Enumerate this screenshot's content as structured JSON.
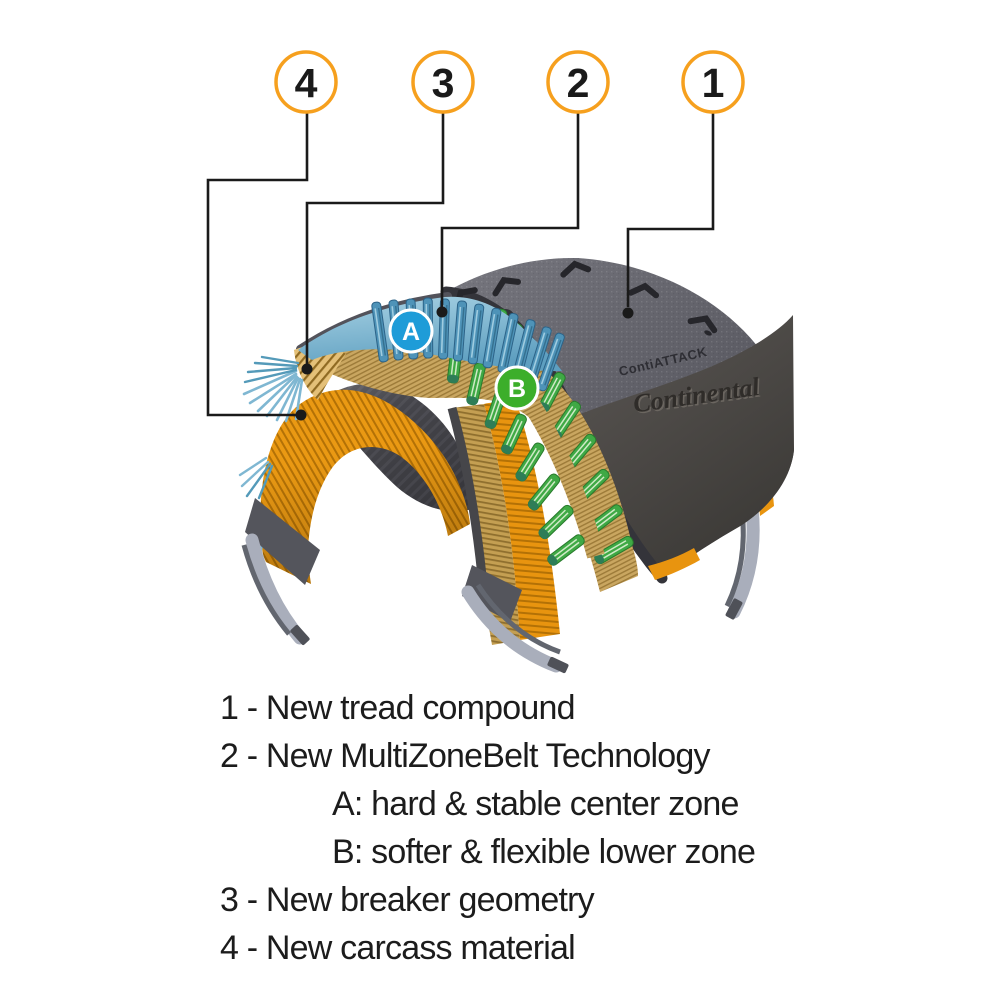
{
  "diagram": {
    "type": "tire-cutaway-technology",
    "callout_numbers": [
      "4",
      "3",
      "2",
      "1"
    ],
    "zone_badges": {
      "a": "A",
      "b": "B"
    },
    "tire_branding": {
      "model": "ContiATTACK",
      "logo": "Continental"
    }
  },
  "legend": {
    "items": [
      {
        "text": "1 - New tread compound",
        "indent": false
      },
      {
        "text": "2 - New MultiZoneBelt Technology",
        "indent": false
      },
      {
        "text": "A: hard & stable center zone",
        "indent": true
      },
      {
        "text": "B: softer & flexible lower zone",
        "indent": true
      },
      {
        "text": "3 - New breaker geometry",
        "indent": false
      },
      {
        "text": "4 - New carcass material",
        "indent": false
      }
    ]
  },
  "colors": {
    "callout_ring_orange": "#F6A01E",
    "leader_line_black": "#1A1A1A",
    "badge_a_blue": "#1E9CD8",
    "badge_b_green": "#3CAE2A",
    "tread_gray": "#66666E",
    "shoulder_dark": "#4C4946",
    "belt_blue": "#4E93B8",
    "belt_strip_green": "#3FA945",
    "breaker_tan": "#C9A660",
    "carcass_orange": "#E8940F",
    "rim_strip_gray": "#A9AEBB"
  }
}
